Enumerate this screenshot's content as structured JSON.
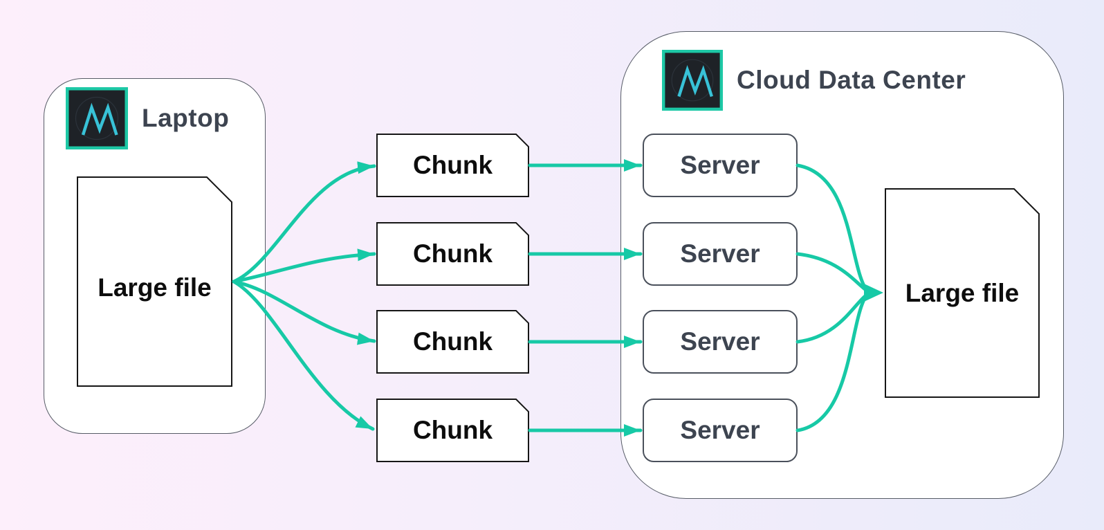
{
  "diagram": {
    "kind": "architecture",
    "description": "Large file split into chunks uploaded to cloud servers and reassembled"
  },
  "colors": {
    "accent_arrow_teal": "#17c9a6",
    "icon_frame_teal": "#1dc8a6",
    "icon_glyph_cyan": "#38c2d7",
    "icon_background_dark": "#1e2227",
    "group_title_text": "#3d4450",
    "node_text_black": "#0d0d0d",
    "background_left_pink": "#fdeffb",
    "background_right_lavender": "#e9ebfa"
  },
  "groups": {
    "laptop": {
      "title": "Laptop",
      "icon": "mermaid-logo"
    },
    "cloud": {
      "title": "Cloud Data Center",
      "icon": "mermaid-logo"
    }
  },
  "nodes": {
    "source_file": {
      "label": "Large file"
    },
    "chunks": [
      {
        "label": "Chunk"
      },
      {
        "label": "Chunk"
      },
      {
        "label": "Chunk"
      },
      {
        "label": "Chunk"
      }
    ],
    "servers": [
      {
        "label": "Server"
      },
      {
        "label": "Server"
      },
      {
        "label": "Server"
      },
      {
        "label": "Server"
      }
    ],
    "dest_file": {
      "label": "Large file"
    }
  },
  "edges": [
    {
      "from": "source-large-file",
      "to": "chunk-1"
    },
    {
      "from": "source-large-file",
      "to": "chunk-2"
    },
    {
      "from": "source-large-file",
      "to": "chunk-3"
    },
    {
      "from": "source-large-file",
      "to": "chunk-4"
    },
    {
      "from": "chunk-1",
      "to": "server-1"
    },
    {
      "from": "chunk-2",
      "to": "server-2"
    },
    {
      "from": "chunk-3",
      "to": "server-3"
    },
    {
      "from": "chunk-4",
      "to": "server-4"
    },
    {
      "from": "server-1",
      "to": "dest-large-file"
    },
    {
      "from": "server-2",
      "to": "dest-large-file"
    },
    {
      "from": "server-3",
      "to": "dest-large-file"
    },
    {
      "from": "server-4",
      "to": "dest-large-file"
    }
  ]
}
